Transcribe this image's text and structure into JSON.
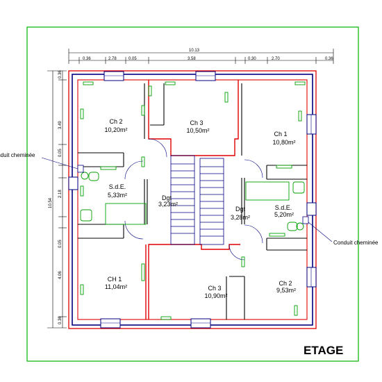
{
  "title": "ETAGE",
  "annotations": {
    "left_callout": "Conduit cheminée",
    "right_callout": "Conduit cheminée"
  },
  "dimensions": {
    "top_total": "10.13",
    "top_segments": [
      "0.36",
      "2.78",
      "0.05",
      "3.58",
      "0.30",
      "2.70",
      "0.36"
    ],
    "left_total": "10.54",
    "left_segments": [
      "0.36",
      "3.49",
      "0.05",
      "2.18",
      "0.05",
      "4.06",
      "0.36"
    ]
  },
  "rooms": [
    {
      "name": "Ch 2",
      "area": "10,20m²"
    },
    {
      "name": "Ch 3",
      "area": "10,50m²"
    },
    {
      "name": "Ch 1",
      "area": "10,80m²"
    },
    {
      "name": "S.d.E.",
      "area": "5,33m²"
    },
    {
      "name": "Dgt",
      "area": "3,23m²"
    },
    {
      "name": "Dgt",
      "area": "3,28m²"
    },
    {
      "name": "S.d.E.",
      "area": "5,20m²"
    },
    {
      "name": "CH 1",
      "area": "11,04m²"
    },
    {
      "name": "Ch 3",
      "area": "10,90m²"
    },
    {
      "name": "Ch 2",
      "area": "9,53m²"
    }
  ],
  "colors": {
    "frame": "#00b400",
    "party_wall": "#e00000",
    "wall": "#000080",
    "fixtures": "#00a000",
    "outline": "#000000"
  }
}
